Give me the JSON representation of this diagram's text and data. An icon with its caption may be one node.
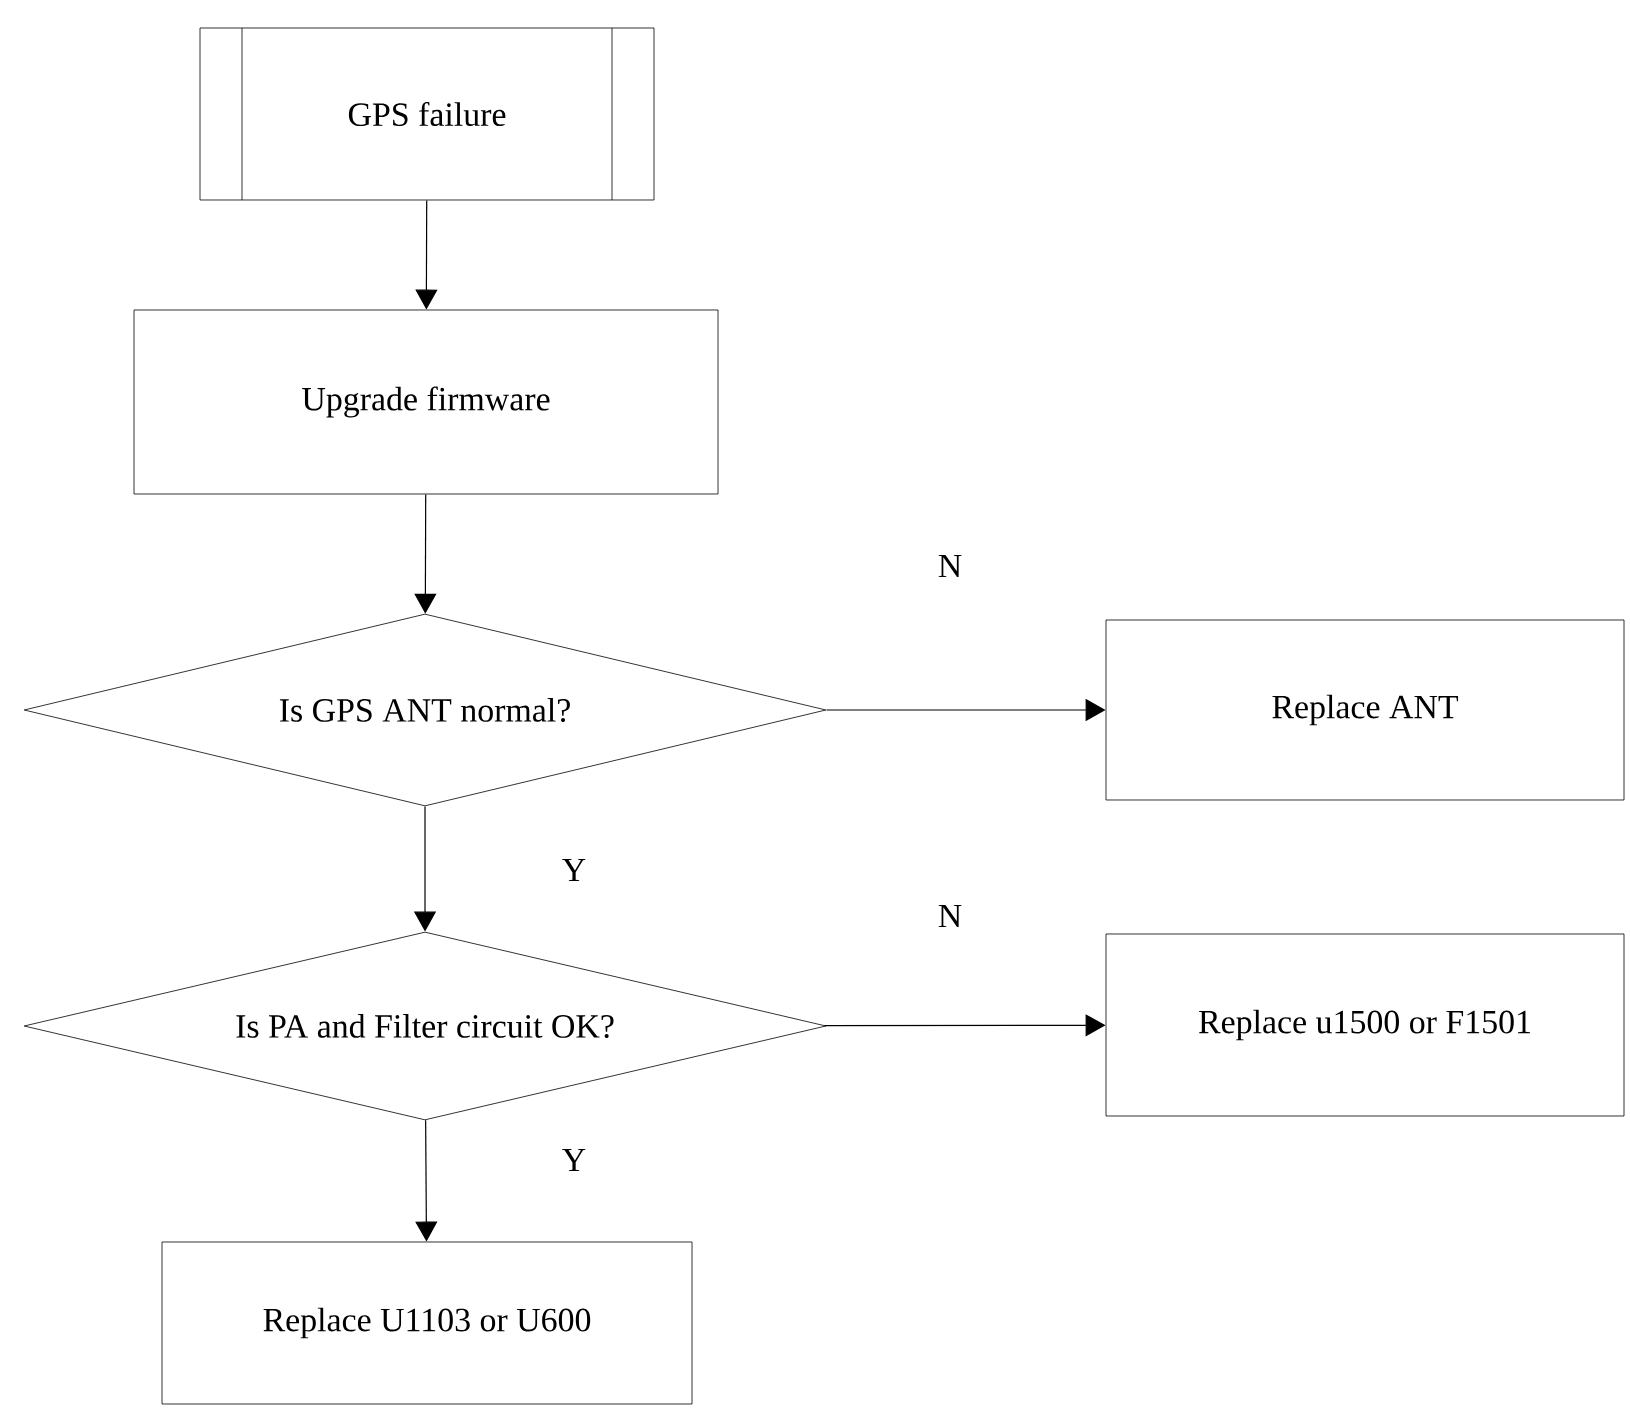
{
  "diagram": {
    "nodes": [
      {
        "text": [
          "GPS failure"
        ]
      },
      {
        "text": [
          "Upgrade firmware"
        ]
      },
      {
        "text": [
          "Is GPS ANT normal?"
        ]
      },
      {
        "text": [
          "Replace ANT"
        ]
      },
      {
        "text": [
          "Is PA and Filter circuit OK?"
        ]
      },
      {
        "text": [
          "Replace u1500 or F1501"
        ]
      },
      {
        "text": [
          "Replace U1103 or U600"
        ]
      }
    ],
    "edges": [
      {
        "from": 0,
        "to": 1,
        "arrow": "to"
      },
      {
        "from": 1,
        "to": 2,
        "arrow": "to"
      },
      {
        "from": 2,
        "to": 3,
        "arrow": "to",
        "label": "N"
      },
      {
        "from": 2,
        "to": 4,
        "arrow": "to",
        "label": "Y"
      },
      {
        "from": 4,
        "to": 5,
        "arrow": "to",
        "label": "N"
      },
      {
        "from": 4,
        "to": 6,
        "arrow": "to",
        "label": "Y"
      }
    ]
  }
}
